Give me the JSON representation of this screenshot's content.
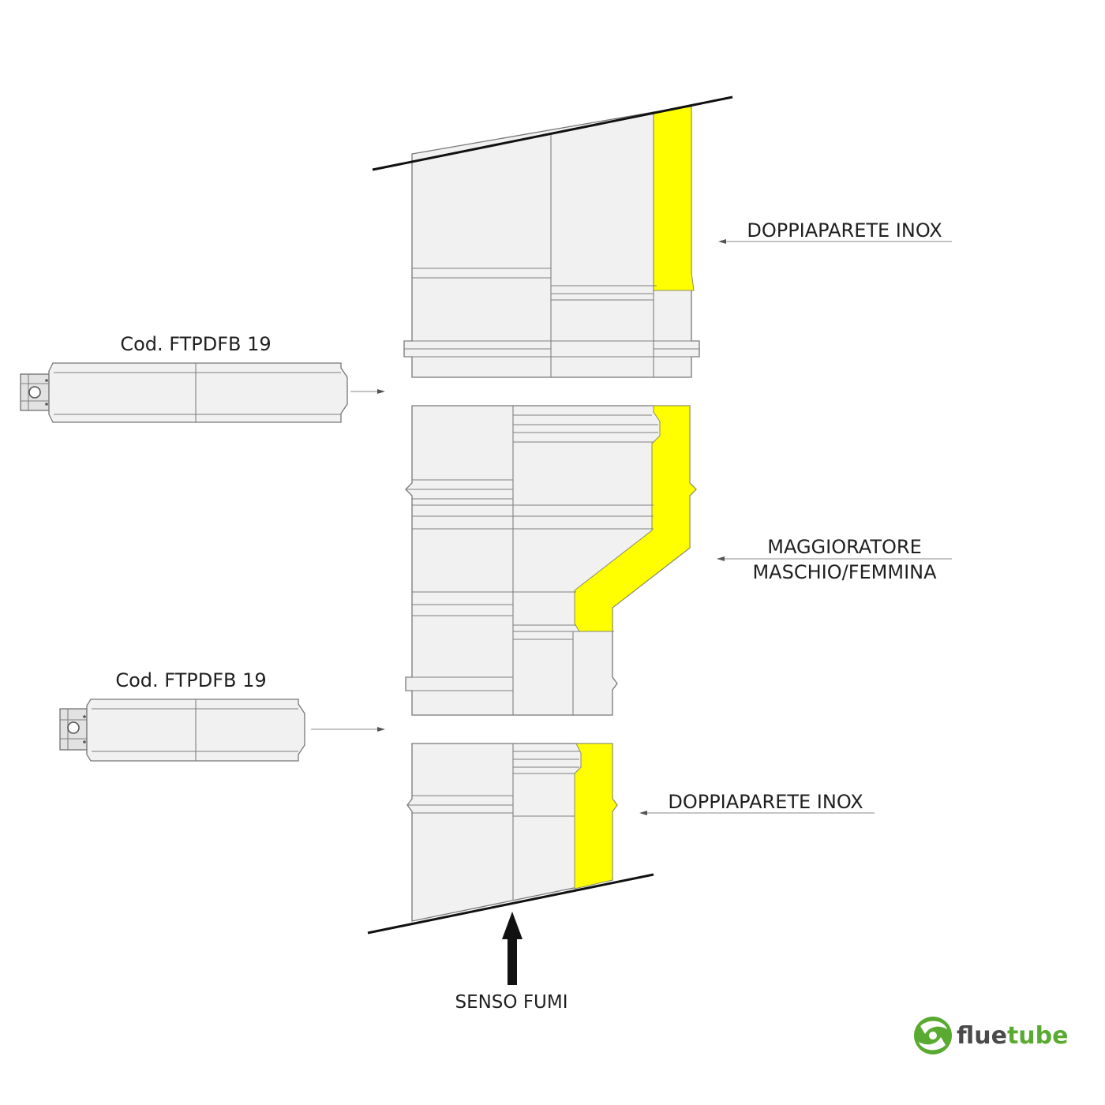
{
  "labels": {
    "top_section": "DOPPIAPARETE INOX",
    "middle_section_line1": "MAGGIORATORE",
    "middle_section_line2": "MASCHIO/FEMMINA",
    "bottom_section": "DOPPIAPARETE INOX",
    "clamp_top": "Cod. FTPDFB 19",
    "clamp_bottom": "Cod. FTPDFB 19",
    "flow_direction": "SENSO FUMI"
  },
  "brand": {
    "part1": "flue",
    "part2": "tube"
  },
  "colors": {
    "insulation": "#ffff00",
    "pipe_fill": "#f1f1f1",
    "outline": "#777777",
    "brand_green": "#5aaa32",
    "brand_gray": "#4a4a4a"
  }
}
